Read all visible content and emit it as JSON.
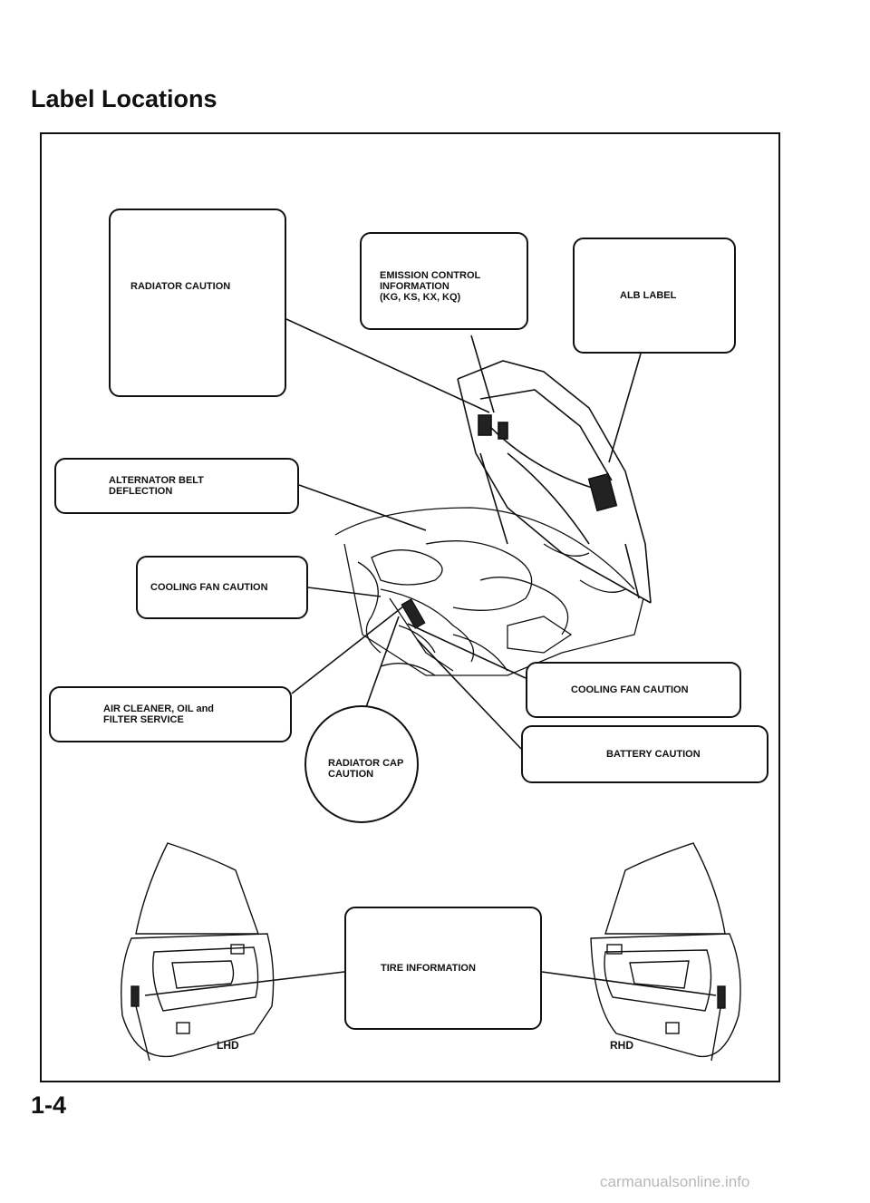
{
  "page": {
    "title": "Label Locations",
    "page_number": "1-4",
    "watermark": "carmanualsonline.info"
  },
  "labels": {
    "radiator_caution": "RADIATOR CAUTION",
    "emission_control": "EMISSION CONTROL\nINFORMATION\n(KG, KS, KX, KQ)",
    "alb_label": "ALB LABEL",
    "alternator_belt": "ALTERNATOR BELT\nDEFLECTION",
    "cooling_fan_left": "COOLING FAN CAUTION",
    "cooling_fan_right": "COOLING FAN CAUTION",
    "air_cleaner": "AIR CLEANER, OIL and\nFILTER SERVICE",
    "battery_caution": "BATTERY CAUTION",
    "radiator_cap": "RADIATOR CAP\nCAUTION",
    "tire_information": "TIRE INFORMATION"
  },
  "door_views": {
    "lhd": "LHD",
    "rhd": "RHD"
  }
}
